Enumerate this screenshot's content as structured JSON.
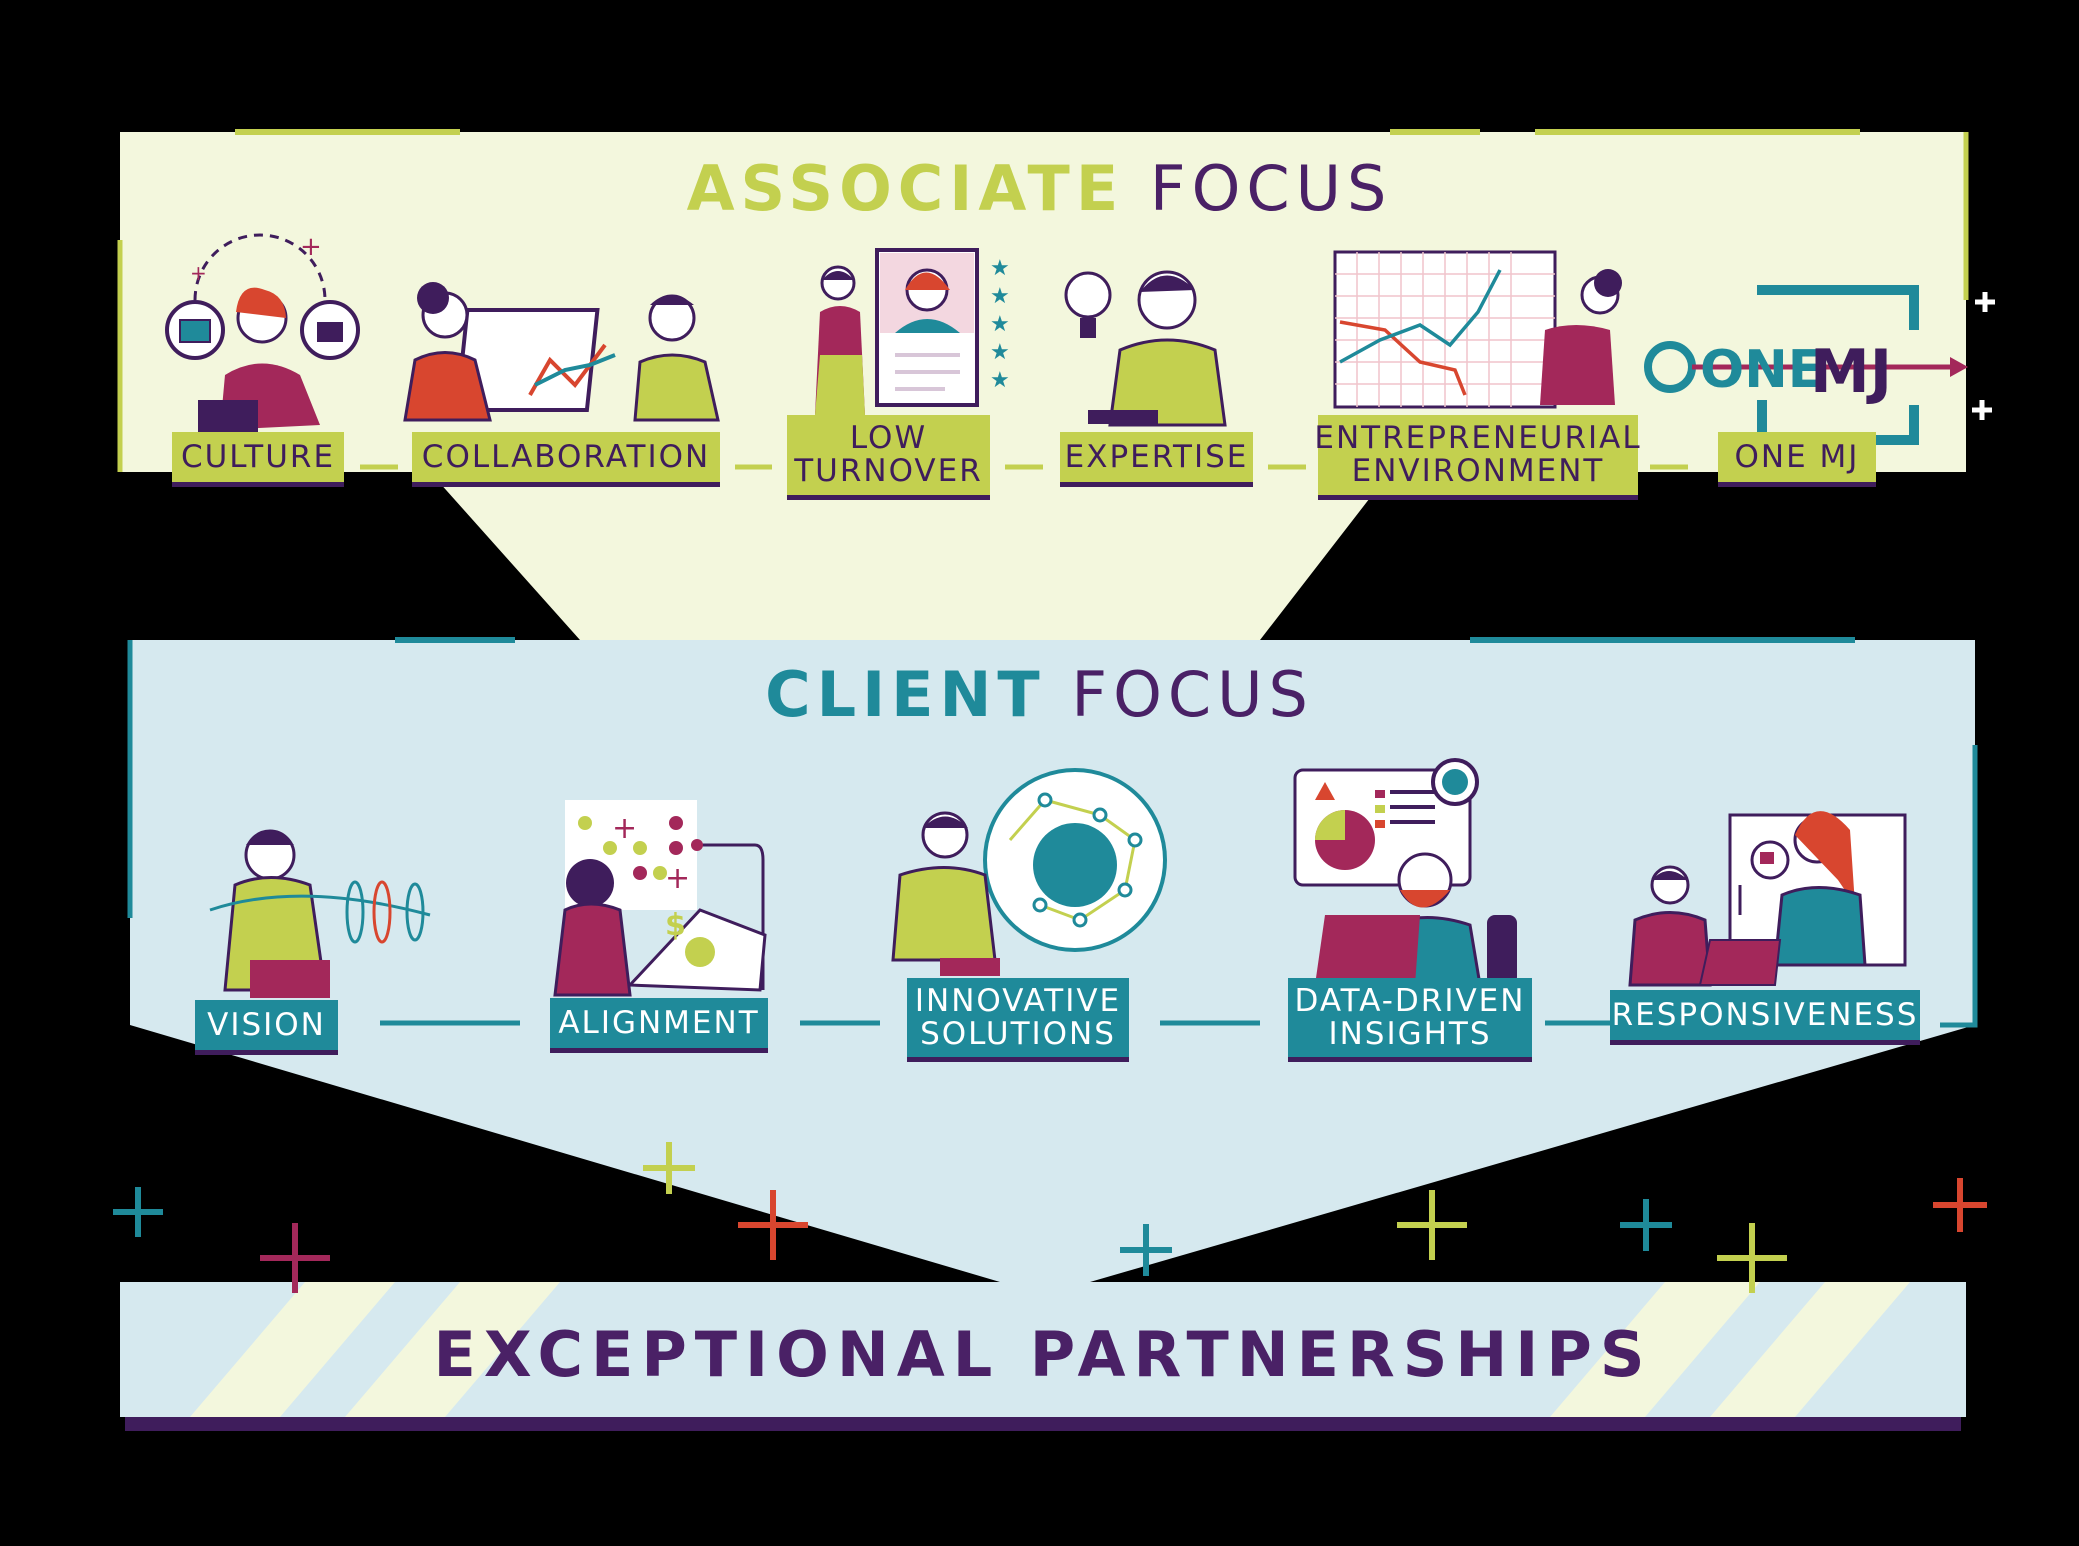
{
  "associate": {
    "title_bold": "ASSOCIATE",
    "title_light": "FOCUS",
    "items": [
      {
        "label": "CULTURE",
        "icon": "culture-illustration"
      },
      {
        "label": "COLLABORATION",
        "icon": "collaboration-illustration"
      },
      {
        "label": "LOW TURNOVER",
        "line1": "LOW",
        "line2": "TURNOVER",
        "icon": "low-turnover-illustration"
      },
      {
        "label": "EXPERTISE",
        "icon": "expertise-illustration"
      },
      {
        "label": "ENTREPRENEURIAL ENVIRONMENT",
        "line1": "ENTREPRENEURIAL",
        "line2": "ENVIRONMENT",
        "icon": "entrepreneurial-illustration"
      },
      {
        "label": "ONE MJ",
        "icon": "one-mj-logo"
      }
    ],
    "logo_text": {
      "one": "ONE",
      "mj": "MJ"
    }
  },
  "client": {
    "title_bold": "CLIENT",
    "title_light": "FOCUS",
    "items": [
      {
        "label": "VISION",
        "icon": "vision-illustration"
      },
      {
        "label": "ALIGNMENT",
        "icon": "alignment-illustration"
      },
      {
        "label": "INNOVATIVE SOLUTIONS",
        "line1": "INNOVATIVE",
        "line2": "SOLUTIONS",
        "icon": "innovative-illustration"
      },
      {
        "label": "DATA-DRIVEN INSIGHTS",
        "line1": "DATA-DRIVEN",
        "line2": "INSIGHTS",
        "icon": "data-insights-illustration"
      },
      {
        "label": "RESPONSIVENESS",
        "icon": "responsiveness-illustration"
      }
    ]
  },
  "foundation": {
    "label": "EXCEPTIONAL PARTNERSHIPS"
  },
  "colors": {
    "associate_bg": "#f3f7dd",
    "associate_accent": "#c3d04f",
    "client_bg": "#d6e9ef",
    "client_accent": "#1f8a9a",
    "purple": "#4a2166",
    "red": "#d8462f",
    "magenta": "#a3285a"
  }
}
